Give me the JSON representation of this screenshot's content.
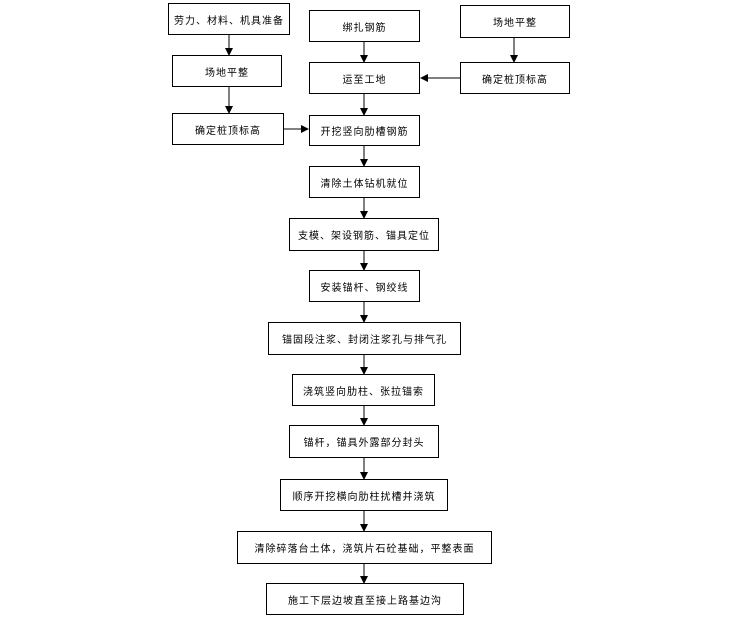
{
  "left": {
    "prep": "劳力、材料、机具准备",
    "level": "场地平整",
    "elev": "确定桩顶标高"
  },
  "right": {
    "level": "场地平整",
    "elev": "确定桩顶标高"
  },
  "main": {
    "bind": "绑扎钢筋",
    "transport": "运至工地",
    "dig_rib": "开挖竖向肋槽钢筋",
    "clear_drill": "清除土体钻机就位",
    "formwork": "支模、架设钢筋、锚具定位",
    "install_anchor": "安装锚杆、钢绞线",
    "grout": "锚固段注浆、封闭注浆孔与排气孔",
    "pour_rib": "浇筑竖向肋柱、张拉锚索",
    "seal_head": "锚杆，锚具外露部分封头",
    "seq_dig": "顺序开挖横向肋柱扰槽并浇筑",
    "clear_soil": "清除碎落台土体，浇筑片石砼基础，平整表面",
    "construct": "施工下层边坡直至接上路基边沟"
  }
}
